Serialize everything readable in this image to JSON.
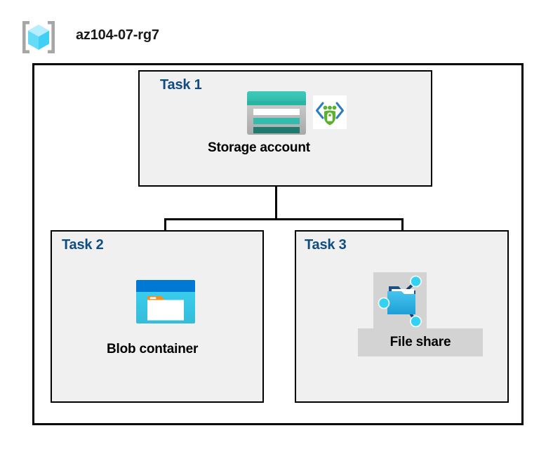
{
  "diagram": {
    "type": "azure-architecture",
    "resource_group": {
      "name": "az104-07-rg7",
      "icon": "resource-group-cube-icon"
    },
    "tasks": [
      {
        "id": "task1",
        "label": "Task 1",
        "node_caption": "Storage account",
        "icons": [
          "storage-account-icon",
          "secure-endpoint-shield-icon"
        ],
        "highlighted": false
      },
      {
        "id": "task2",
        "label": "Task 2",
        "node_caption": "Blob container",
        "icons": [
          "blob-container-icon"
        ],
        "highlighted": false
      },
      {
        "id": "task3",
        "label": "Task 3",
        "node_caption": "File share",
        "icons": [
          "file-share-icon"
        ],
        "highlighted": true
      }
    ],
    "connectors": [
      {
        "from": "task1",
        "to": "task2"
      },
      {
        "from": "task1",
        "to": "task3"
      }
    ]
  },
  "colors": {
    "task_label": "#0f4c81",
    "box_fill": "#f0f0f0",
    "box_border": "#000000",
    "canvas": "#ffffff",
    "highlight": "#d3d3d3",
    "storage_teal": "#32bcad",
    "storage_teal_dark": "#1e7a6f",
    "blob_blue": "#0078d4",
    "blob_cyan": "#32c5f4",
    "blob_orange": "#f78d1e",
    "fileshare_blue": "#32b5e5",
    "node_cyan": "#32d2f2",
    "shield_green": "#5bb12f",
    "endpoint_blue": "#2c7dbd",
    "cube_cyan": "#8fe3fb",
    "bracket_gray": "#a6a6a6"
  }
}
